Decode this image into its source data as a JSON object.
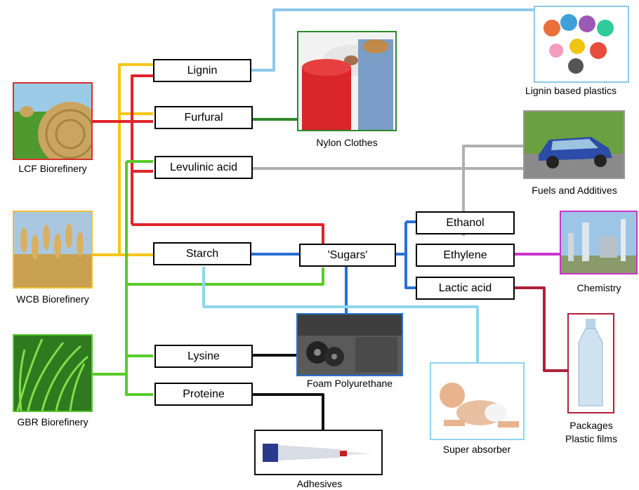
{
  "colors": {
    "lcf": "#e0242b",
    "wcb": "#f5c518",
    "gbr": "#58cc2a",
    "lignin_to_plastics": "#8cc9ea",
    "fuels": "#b0b0b0",
    "sugars": "#2870d6",
    "chemistry": "#cc33cc",
    "lactic": "#b0203a",
    "nylon": "#2a8a2a",
    "black": "#111111",
    "starch_super": "#8ed6ee"
  },
  "sources": {
    "lcf": {
      "label": "LCF Biorefinery",
      "icon": "hay-bale-photo"
    },
    "wcb": {
      "label": "WCB Biorefinery",
      "icon": "wheat-photo"
    },
    "gbr": {
      "label": "GBR Biorefinery",
      "icon": "grass-photo"
    }
  },
  "intermediates": {
    "lignin": "Lignin",
    "furfural": "Furfural",
    "levulinic": "Levulinic acid",
    "starch": "Starch",
    "sugars": "'Sugars'",
    "ethanol": "Ethanol",
    "ethylene": "Ethylene",
    "lactic": "Lactic acid",
    "lysine": "Lysine",
    "proteine": "Proteine"
  },
  "products": {
    "lignin_plastics": {
      "label": "Lignin based plastics",
      "icon": "watches-photo"
    },
    "nylon": {
      "label": "Nylon Clothes",
      "icon": "yarn-spools-photo"
    },
    "fuels": {
      "label": "Fuels and Additives",
      "icon": "car-photo"
    },
    "chemistry": {
      "label": "Chemistry",
      "icon": "refinery-photo"
    },
    "foam": {
      "label": "Foam Polyurethane",
      "icon": "foam-photo"
    },
    "packages": {
      "label_line1": "Packages",
      "label_line2": "Plastic films",
      "icon": "bottle-photo"
    },
    "super": {
      "label": "Super absorber",
      "icon": "baby-photo"
    },
    "adhesives": {
      "label": "Adhesives",
      "icon": "glue-tube-photo"
    }
  }
}
